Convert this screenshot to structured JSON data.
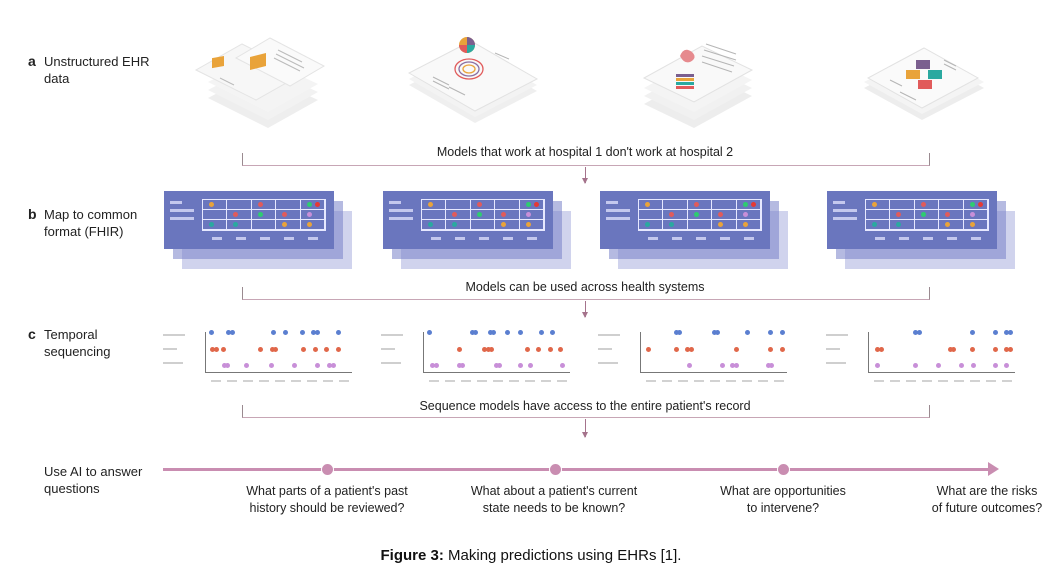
{
  "figure": {
    "caption_label": "Figure 3:",
    "caption_text": " Making predictions using EHRs [1]."
  },
  "rows": [
    {
      "letter": "a",
      "label_line1": "Unstructured EHR",
      "label_line2": "data"
    },
    {
      "letter": "b",
      "label_line1": "Map to common",
      "label_line2": "format (FHIR)"
    },
    {
      "letter": "c",
      "label_line1": "Temporal",
      "label_line2": "sequencing"
    },
    {
      "letter": "",
      "label_line1": "Use AI to answer",
      "label_line2": "questions"
    }
  ],
  "brackets": [
    {
      "caption": "Models that work at hospital 1 don't work at hospital 2"
    },
    {
      "caption": "Models can be used across health systems"
    },
    {
      "caption": "Sequence models have access to the entire patient's record"
    }
  ],
  "documents": [
    {
      "name": "document-stack-orange-icons",
      "icon": "orange-image-icons",
      "accent": "#e9a33a"
    },
    {
      "name": "document-stack-pie-chart",
      "icon": "pie-and-spiral-chart",
      "accent": "#e15b5b"
    },
    {
      "name": "document-stack-brain-bars",
      "icon": "brain-and-bar-chart",
      "accent": "#d9727d"
    },
    {
      "name": "document-stack-color-tiles",
      "icon": "four-color-tiles",
      "accent": "#8a6fa2"
    }
  ],
  "fhir_tables": [
    {
      "name": "fhir-table-hospital-1"
    },
    {
      "name": "fhir-table-hospital-2"
    },
    {
      "name": "fhir-table-hospital-3"
    },
    {
      "name": "fhir-table-hospital-4"
    }
  ],
  "sequence_plots": [
    {
      "blue": [
        0,
        1.5,
        1.8,
        5.4,
        6.4,
        7.9,
        8.9,
        9.2,
        11
      ],
      "red": [
        0.1,
        0.4,
        1.0,
        4.3,
        5.3,
        5.6,
        8.0,
        9.0,
        10.0,
        11
      ],
      "purple": [
        1.1,
        1.4,
        3.0,
        5.2,
        7.2,
        9.2,
        10.3,
        10.6
      ]
    },
    {
      "blue": [
        0,
        3.7,
        4.0,
        5.3,
        5.6,
        6.8,
        7.9,
        9.7,
        10.7
      ],
      "red": [
        2.6,
        4.8,
        5.1,
        5.4,
        8.5,
        9.5,
        10.5,
        11.4
      ],
      "purple": [
        0.3,
        0.6,
        2.6,
        2.9,
        5.8,
        6.1,
        7.9,
        8.8,
        11.6
      ]
    },
    {
      "blue": [
        2.6,
        2.9,
        5.9,
        6.2,
        8.8,
        10.8,
        11.8
      ],
      "red": [
        0.2,
        2.6,
        3.6,
        3.9,
        7.8,
        10.8,
        11.8
      ],
      "purple": [
        3.7,
        6.6,
        7.5,
        7.8,
        10.6,
        10.9
      ]
    },
    {
      "blue": [
        3.6,
        3.9,
        8.5,
        10.5,
        11.5,
        11.8
      ],
      "red": [
        0.3,
        0.6,
        6.6,
        6.9,
        8.5,
        10.5,
        11.5,
        11.8
      ],
      "purple": [
        0.3,
        3.6,
        5.6,
        7.6,
        8.6,
        10.5,
        11.5
      ]
    }
  ],
  "sequence_colors": {
    "blue": "#5b7fd0",
    "red": "#e0674a",
    "purple": "#c88fd8"
  },
  "timeline": {
    "color": "#c98db1",
    "questions": [
      {
        "line1": "What parts of a patient's past",
        "line2": "history should be reviewed?"
      },
      {
        "line1": "What about a patient's current",
        "line2": "state needs to be known?"
      },
      {
        "line1": "What are opportunities",
        "line2": "to intervene?"
      },
      {
        "line1": "What are the risks",
        "line2": "of future outcomes?"
      }
    ]
  }
}
